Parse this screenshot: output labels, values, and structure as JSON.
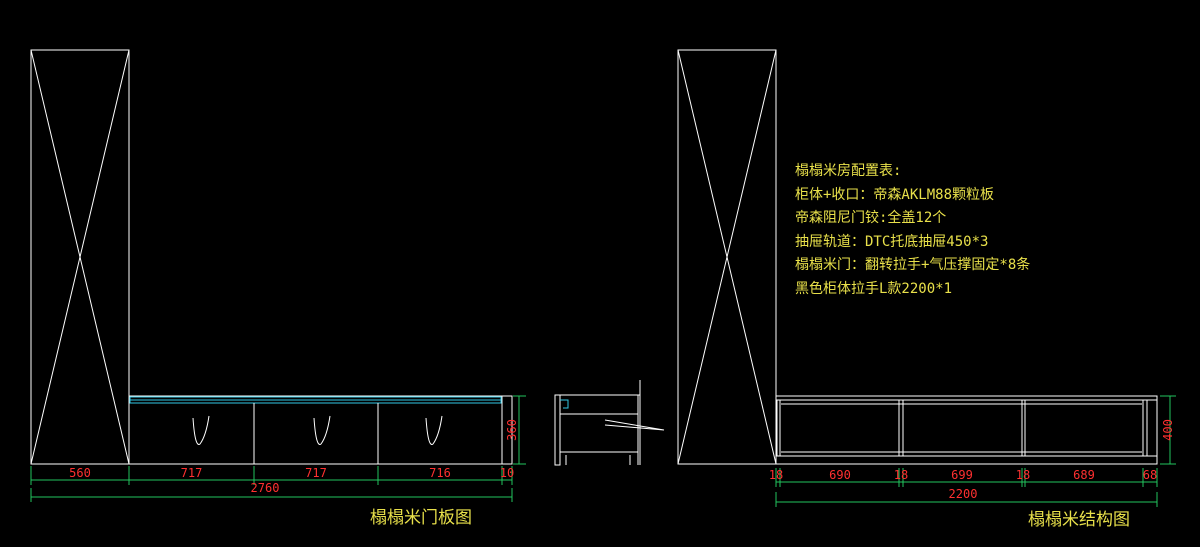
{
  "colors": {
    "background": "#000000",
    "outline": "#ffffff",
    "dimension_line": "#22c55e",
    "dimension_text": "#ff3030",
    "annotation_text": "#e8e04a",
    "glass_strip": "#32c8e6"
  },
  "door_view": {
    "title": "榻榻米门板图",
    "widths": [
      "560",
      "717",
      "717",
      "716",
      "10"
    ],
    "overall_width": "2760",
    "height": "360"
  },
  "structure_view": {
    "title": "榻榻米结构图",
    "widths": [
      "18",
      "690",
      "18",
      "699",
      "18",
      "689",
      "68"
    ],
    "overall_width": "2200",
    "height": "400"
  },
  "config_table": {
    "lines": [
      "榻榻米房配置表:",
      "柜体+收口：帝森AKLM88颗粒板",
      "帝森阻尼门铰:全盖12个",
      "抽屉轨道：DTC托底抽屉450*3",
      "榻榻米门：翻转拉手+气压撑固定*8条",
      "黑色柜体拉手L款2200*1"
    ]
  }
}
